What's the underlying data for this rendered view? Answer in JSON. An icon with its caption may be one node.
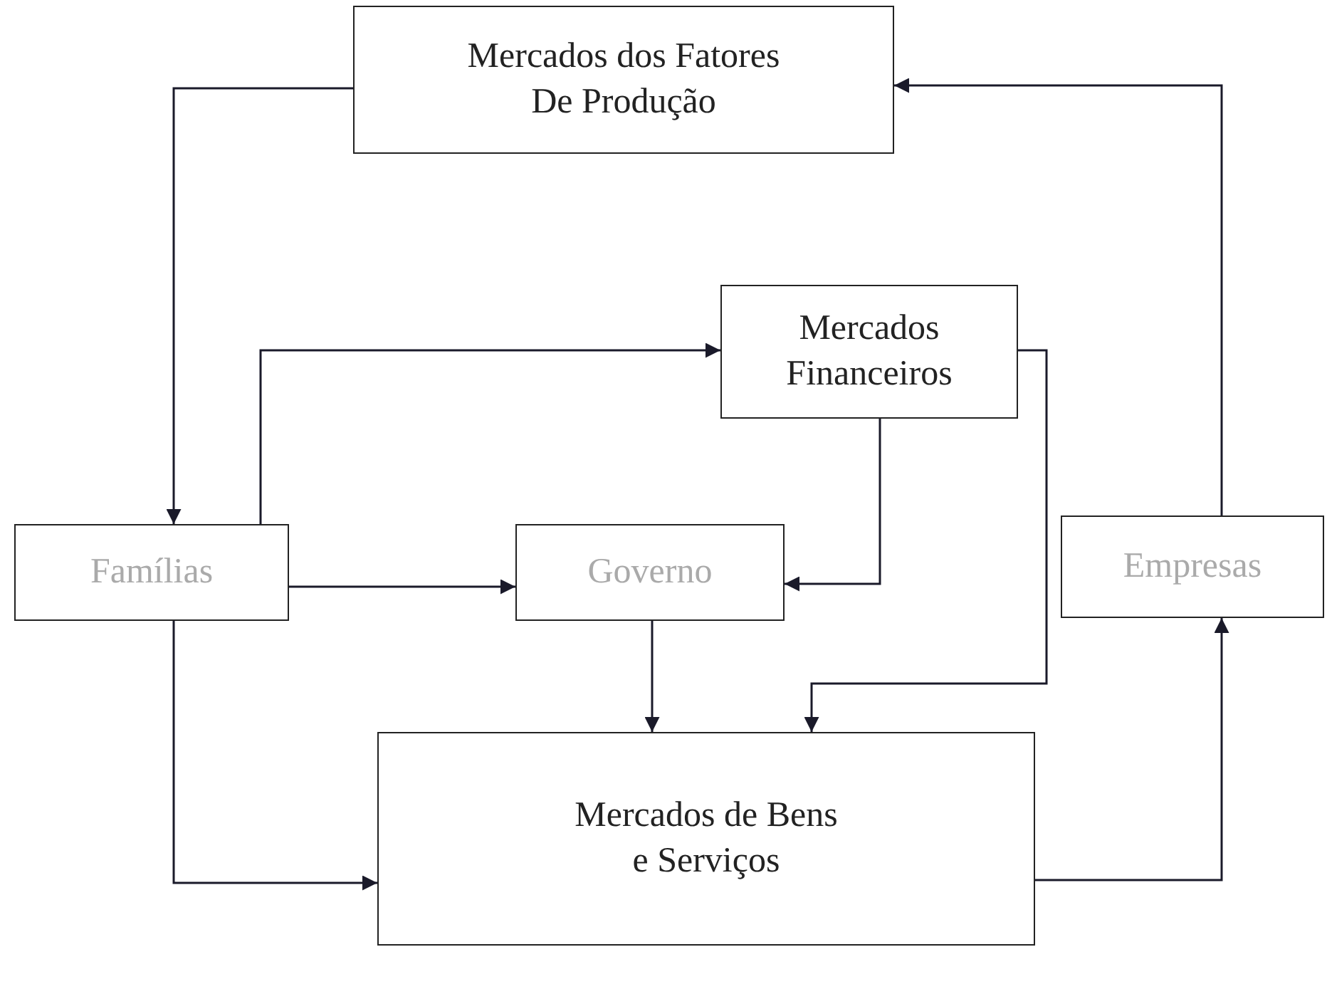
{
  "diagram": {
    "nodes": [
      {
        "text": [
          "Mercados dos Fatores De Produção"
        ]
      },
      {
        "text": [
          "Mercados Financeiros"
        ]
      },
      {
        "text": [
          "Famílias"
        ]
      },
      {
        "text": [
          "Governo"
        ]
      },
      {
        "text": [
          "Empresas"
        ]
      },
      {
        "text": [
          "Mercados de Bens e Serviços"
        ]
      }
    ],
    "edges": [
      {
        "from": 0,
        "to": 2,
        "arrow": "to"
      },
      {
        "from": 4,
        "to": 0,
        "arrow": "to"
      },
      {
        "from": 2,
        "to": 1,
        "arrow": "to"
      },
      {
        "from": 2,
        "to": 3,
        "arrow": "to"
      },
      {
        "from": 1,
        "to": 3,
        "arrow": "to"
      },
      {
        "from": 1,
        "to": 5,
        "arrow": "to"
      },
      {
        "from": 3,
        "to": 5,
        "arrow": "to"
      },
      {
        "from": 2,
        "to": 5,
        "arrow": "to"
      },
      {
        "from": 5,
        "to": 4,
        "arrow": "to"
      }
    ]
  }
}
